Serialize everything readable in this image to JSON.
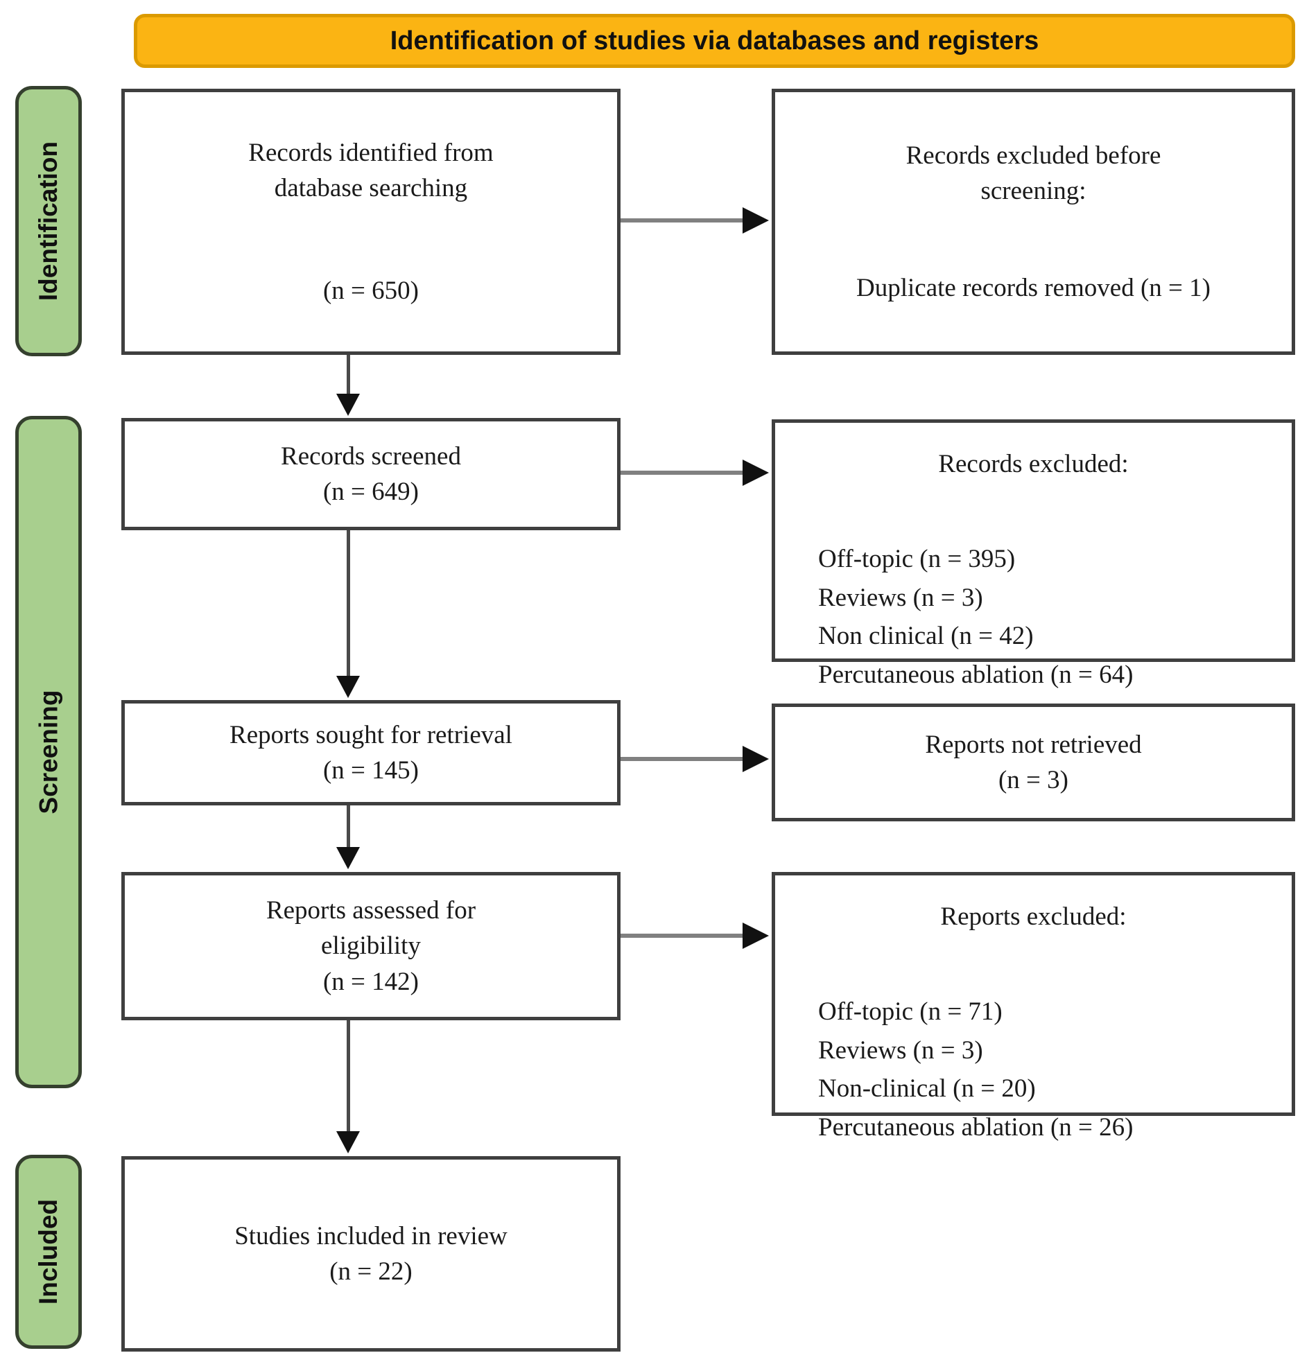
{
  "banner": {
    "title": "Identification of studies via databases and registers"
  },
  "stages": {
    "identification": "Identification",
    "screening": "Screening",
    "included": "Included"
  },
  "boxes": {
    "records_identified": {
      "line1": "Records identified from",
      "line2": "database searching",
      "count": "(n = 650)"
    },
    "records_excluded_before_screening": {
      "line1": "Records excluded before",
      "line2": "screening:",
      "detail": "Duplicate records removed (n = 1)"
    },
    "records_screened": {
      "line1": "Records screened",
      "count": "(n = 649)"
    },
    "records_excluded": {
      "title": "Records excluded:",
      "items": [
        "Off-topic (n = 395)",
        "Reviews (n = 3)",
        "Non clinical (n = 42)",
        "Percutaneous ablation (n = 64)"
      ]
    },
    "reports_sought": {
      "line1": "Reports sought for retrieval",
      "count": "(n = 145)"
    },
    "reports_not_retrieved": {
      "line1": "Reports not retrieved",
      "count": "(n = 3)"
    },
    "reports_assessed": {
      "line1": "Reports assessed for",
      "line2": "eligibility",
      "count": "(n = 142)"
    },
    "reports_excluded": {
      "title": "Reports excluded:",
      "items": [
        "Off-topic (n = 71)",
        "Reviews (n = 3)",
        "Non-clinical (n = 20)",
        "Percutaneous ablation (n = 26)"
      ]
    },
    "studies_included": {
      "line1": "Studies included in review",
      "count": "(n = 22)"
    }
  },
  "colors": {
    "banner_fill": "#FBB413",
    "banner_border": "#DB9A00",
    "stage_fill": "#A8CF8E",
    "stage_border": "#35402E",
    "box_border": "#3F3F3F",
    "connector_gray": "#808080",
    "connector_dark": "#4A4A4A",
    "arrow_black": "#111111"
  }
}
